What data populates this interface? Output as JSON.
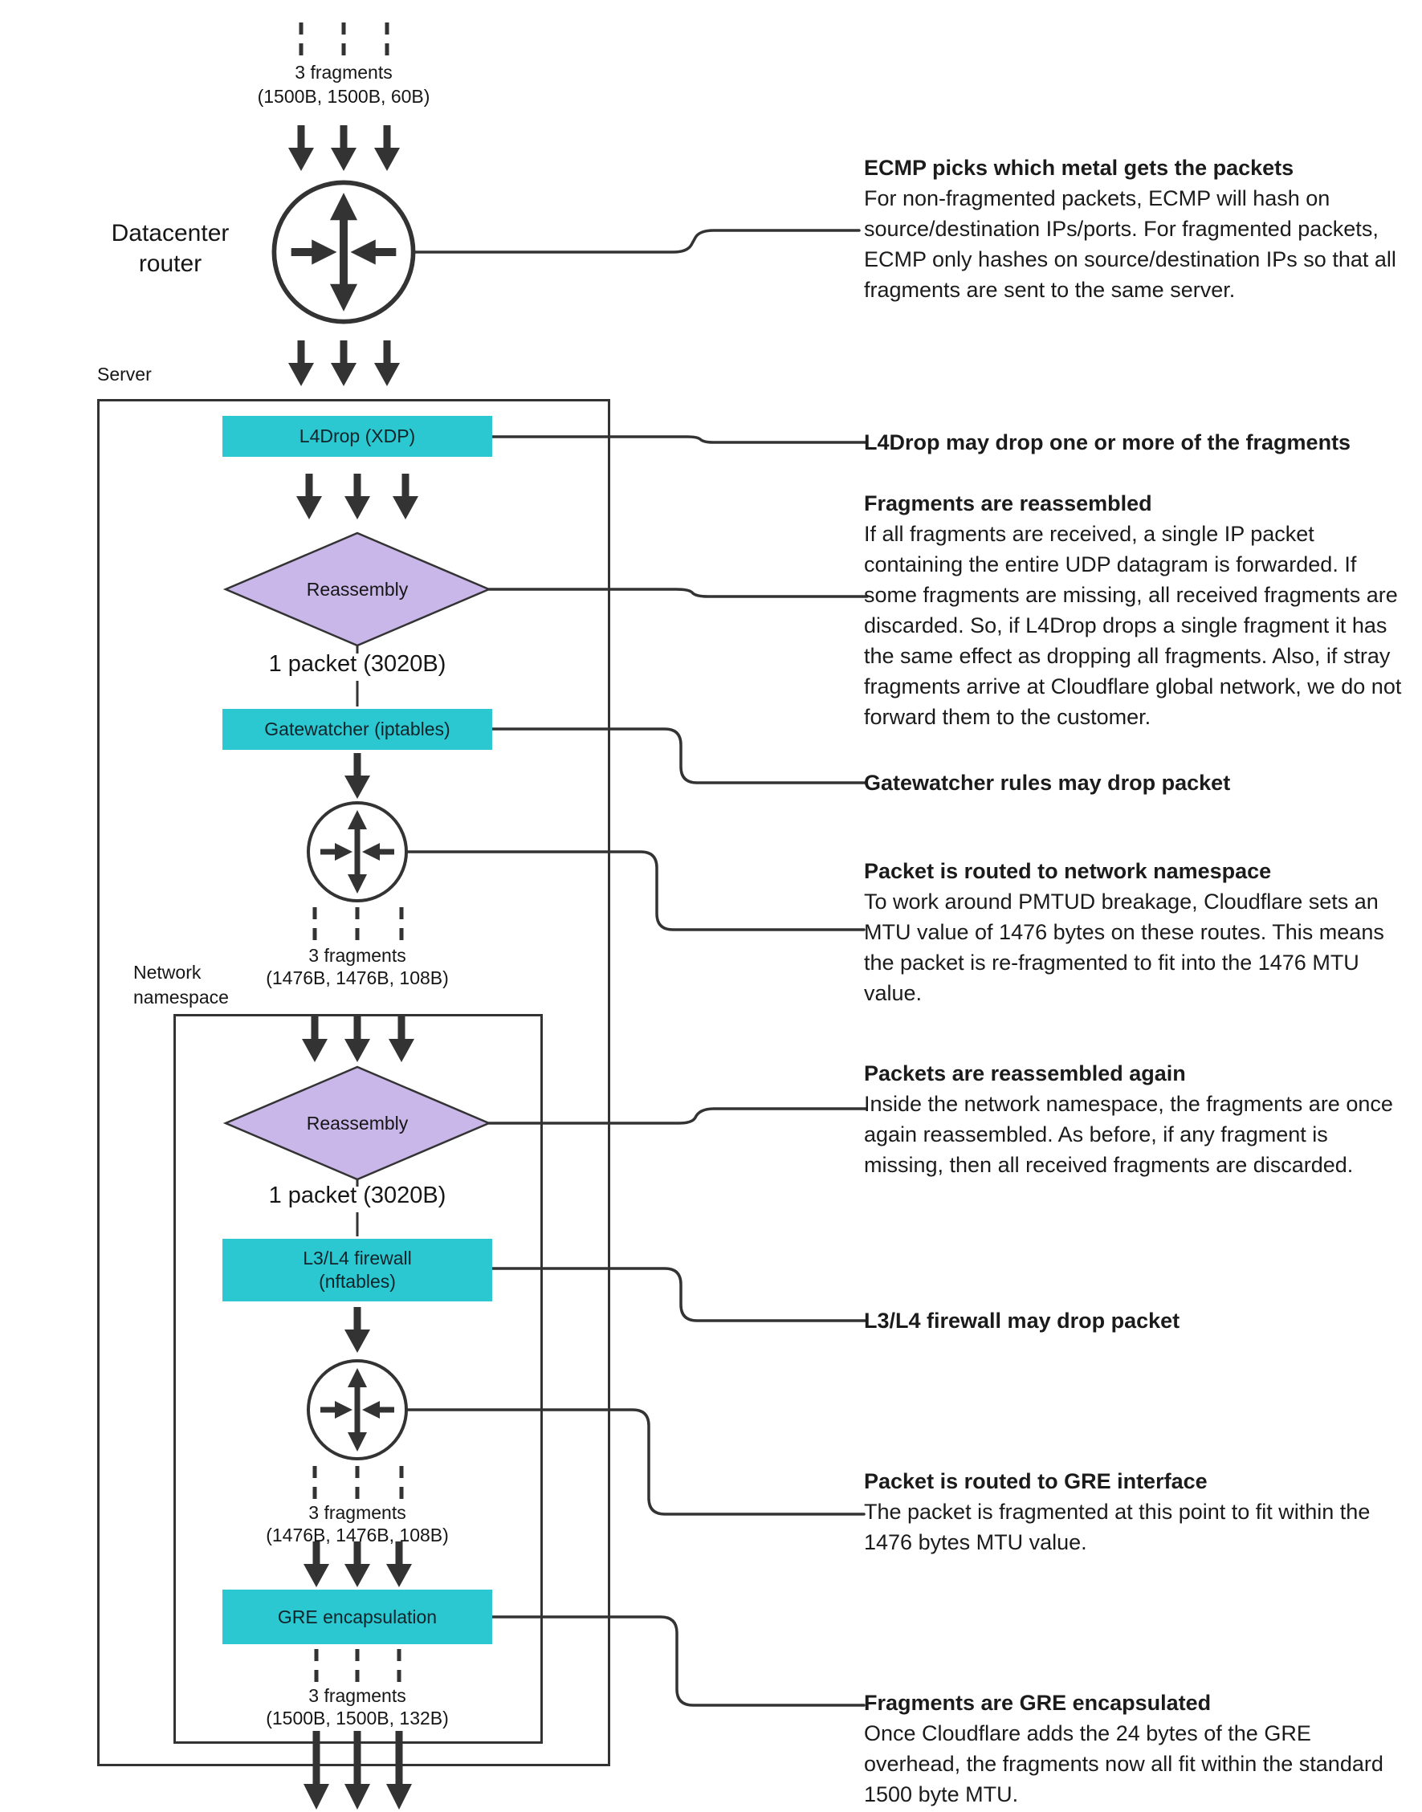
{
  "colors": {
    "node_fill": "#2bc8d2",
    "diamond_fill": "#cab7ea",
    "line": "#333333"
  },
  "labels": {
    "datacenter_router": "Datacenter router",
    "server": "Server",
    "network_namespace": "Network namespace",
    "packet1": "1 packet (3020B)",
    "packet2": "1 packet (3020B)"
  },
  "nodes": {
    "l4drop": "L4Drop (XDP)",
    "reassembly1": "Reassembly",
    "gatewatcher": "Gatewatcher (iptables)",
    "firewall_line1": "L3/L4 firewall",
    "firewall_line2": "(nftables)",
    "reassembly2": "Reassembly",
    "gre": "GRE encapsulation"
  },
  "fragments": {
    "top": {
      "label": "3 fragments",
      "sizes": "(1500B, 1500B, 60B)"
    },
    "after_route_ns": {
      "label": "3 fragments",
      "sizes": "(1476B, 1476B, 108B)"
    },
    "after_route_gre": {
      "label": "3 fragments",
      "sizes": "(1476B, 1476B, 108B)"
    },
    "after_gre": {
      "label": "3 fragments",
      "sizes": "(1500B, 1500B, 132B)"
    }
  },
  "annotations": {
    "ecmp": {
      "title": "ECMP picks which metal gets the packets",
      "body": "For non-fragmented packets, ECMP will hash on source/destination IPs/ports. For fragmented packets, ECMP only hashes on source/destination IPs so that all fragments are sent to the same server."
    },
    "l4drop": {
      "title": "L4Drop may drop one or more of the fragments"
    },
    "reassembly": {
      "title": "Fragments are reassembled",
      "body": "If all fragments are received, a single IP packet containing the entire UDP datagram is forwarded. If some fragments are missing, all received fragments are discarded. So, if L4Drop drops a single fragment it has the same effect as dropping all fragments. Also, if stray fragments arrive at Cloudflare global network, we do not forward them to the customer."
    },
    "gatewatcher": {
      "title": "Gatewatcher rules may drop packet"
    },
    "route_ns": {
      "title": "Packet is routed to network namespace",
      "body": "To work around PMTUD breakage, Cloudflare sets an MTU value of 1476 bytes on these routes. This means the packet is re-fragmented to fit into the 1476 MTU value."
    },
    "reassembly_again": {
      "title": "Packets are reassembled again",
      "body": "Inside the network namespace, the fragments are once again reassembled. As before, if any fragment is missing, then all received fragments are discarded."
    },
    "firewall": {
      "title": "L3/L4 firewall may drop packet"
    },
    "route_gre": {
      "title": "Packet is routed to GRE interface",
      "body": "The packet is fragmented at this point to fit within the 1476 bytes MTU value."
    },
    "gre_encap": {
      "title": "Fragments are GRE encapsulated",
      "body": "Once Cloudflare adds the 24 bytes of the GRE overhead, the fragments now all fit within the standard 1500 byte MTU."
    }
  }
}
